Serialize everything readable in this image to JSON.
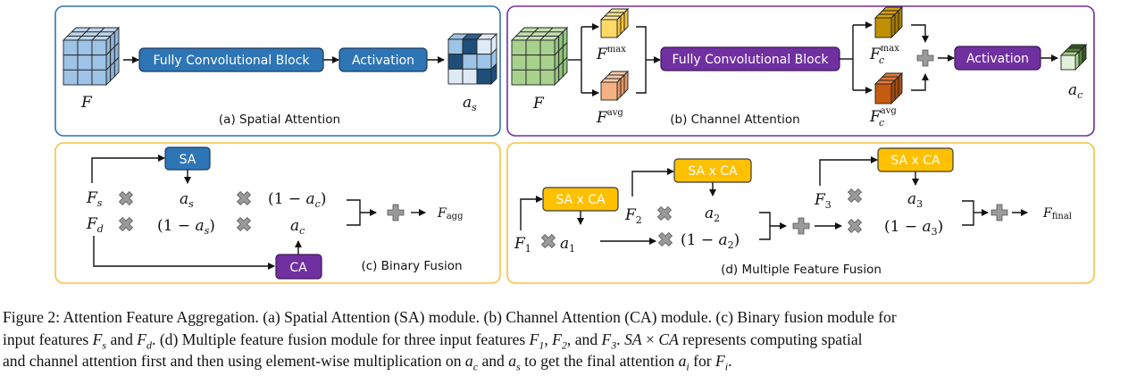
{
  "colors": {
    "spatial": "#2e75b6",
    "channel": "#7030a0",
    "fusion_border": "#f5c242",
    "sa_x_ca": "#ffc000",
    "op_gray": "#9a9a9a"
  },
  "panel_a": {
    "caption": "(a) Spatial Attention",
    "input": {
      "base": "F"
    },
    "block1": "Fully Convolutional Block",
    "block2": "Activation",
    "output": {
      "base": "a",
      "sub": "s"
    }
  },
  "panel_b": {
    "caption": "(b) Channel Attention",
    "input": {
      "base": "F"
    },
    "fmax": {
      "base": "F",
      "sup": "max"
    },
    "favg": {
      "base": "F",
      "sup": "avg"
    },
    "block1": "Fully Convolutional Block",
    "fcmax": {
      "base": "F",
      "sub": "c",
      "sup": "max"
    },
    "fcavg": {
      "base": "F",
      "sub": "c",
      "sup": "avg"
    },
    "block2": "Activation",
    "output": {
      "base": "a",
      "sub": "c"
    }
  },
  "panel_c": {
    "caption": "(c) Binary Fusion",
    "sa": "SA",
    "ca": "CA",
    "fs": {
      "base": "F",
      "sub": "s"
    },
    "fd": {
      "base": "F",
      "sub": "d"
    },
    "as": {
      "base": "a",
      "sub": "s"
    },
    "one_minus_as": {
      "pre": "(1 − ",
      "base": "a",
      "sub": "s",
      "post": ")"
    },
    "one_minus_ac": {
      "pre": "(1 − ",
      "base": "a",
      "sub": "c",
      "post": ")"
    },
    "ac": {
      "base": "a",
      "sub": "c"
    },
    "fagg": {
      "base": "F",
      "sub": "agg"
    }
  },
  "panel_d": {
    "caption": "(d) Multiple Feature Fusion",
    "box": "SA x CA",
    "f1": {
      "base": "F",
      "sub": "1"
    },
    "f2": {
      "base": "F",
      "sub": "2"
    },
    "f3": {
      "base": "F",
      "sub": "3"
    },
    "a1": {
      "base": "a",
      "sub": "1"
    },
    "a2": {
      "base": "a",
      "sub": "2"
    },
    "a3": {
      "base": "a",
      "sub": "3"
    },
    "one_minus_a2": {
      "pre": "(1 − ",
      "base": "a",
      "sub": "2",
      "post": ")"
    },
    "one_minus_a3": {
      "pre": "(1 − ",
      "base": "a",
      "sub": "3",
      "post": ")"
    },
    "ffinal": {
      "base": "F",
      "sub": "final"
    }
  },
  "caption": [
    [
      {
        "t": "Figure 2: Attention Feature Aggregation. (a) Spatial Attention (SA) module. (b) Channel Attention (CA) module. (c) Binary fusion module for"
      }
    ],
    [
      {
        "t": "input features "
      },
      {
        "t": "F",
        "i": true,
        "s": "s"
      },
      {
        "t": " and "
      },
      {
        "t": "F",
        "i": true,
        "s": "d"
      },
      {
        "t": ". (d) Multiple feature fusion module for three input features "
      },
      {
        "t": "F",
        "i": true,
        "s": "1"
      },
      {
        "t": ", "
      },
      {
        "t": "F",
        "i": true,
        "s": "2"
      },
      {
        "t": ", and "
      },
      {
        "t": "F",
        "i": true,
        "s": "3"
      },
      {
        "t": ". "
      },
      {
        "t": "SA",
        "i": true
      },
      {
        "t": " × "
      },
      {
        "t": "CA",
        "i": true
      },
      {
        "t": " represents computing spatial"
      }
    ],
    [
      {
        "t": "and channel attention first and then using element-wise multiplication on "
      },
      {
        "t": "a",
        "i": true,
        "s": "c"
      },
      {
        "t": " and "
      },
      {
        "t": "a",
        "i": true,
        "s": "s"
      },
      {
        "t": " to get the final attention "
      },
      {
        "t": "a",
        "i": true,
        "s": "i"
      },
      {
        "t": " for "
      },
      {
        "t": "F",
        "i": true,
        "s": "i"
      },
      {
        "t": "."
      }
    ]
  ]
}
